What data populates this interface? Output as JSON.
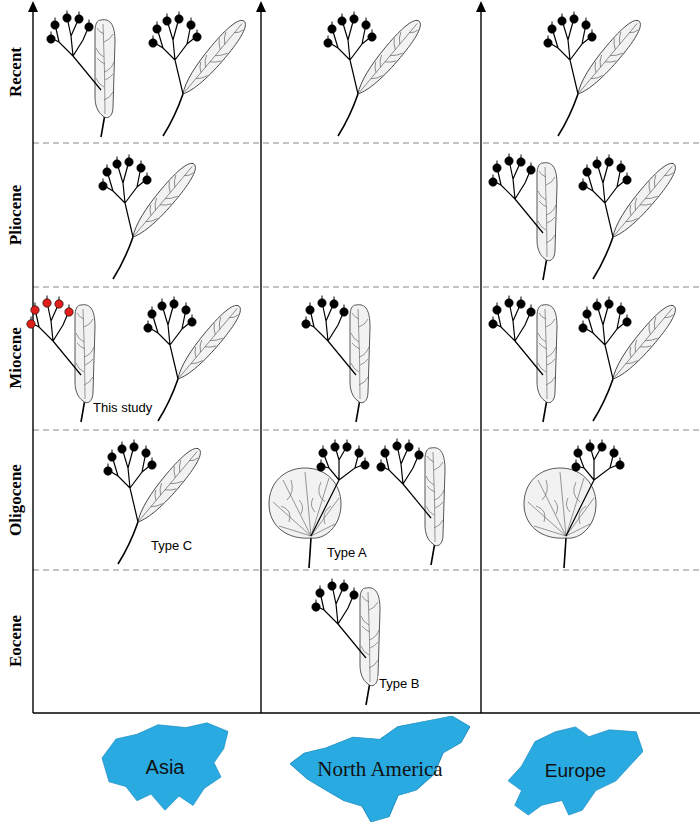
{
  "diagram": {
    "nodes": [
      {
        "text": [
          "Asia"
        ]
      },
      {
        "text": [
          "North America"
        ]
      },
      {
        "text": [
          "Europe"
        ]
      }
    ],
    "labels": [
      "Recent",
      "Pliocene",
      "Miocene",
      "Oligocene",
      "Eocene",
      "This study",
      "Type C",
      "Type A",
      "Type B"
    ]
  }
}
